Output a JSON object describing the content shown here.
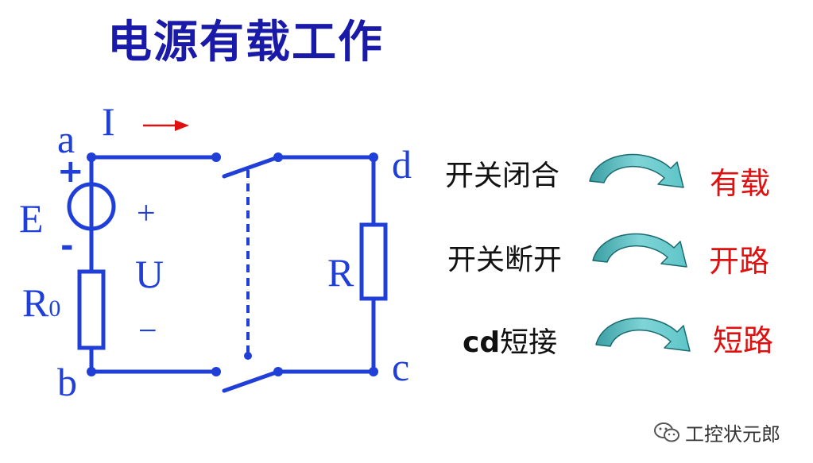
{
  "title": "电源有载工作",
  "circuit": {
    "label_a": "a",
    "label_b": "b",
    "label_c": "c",
    "label_d": "d",
    "label_current": "I",
    "label_source": "E",
    "label_source_plus": "+",
    "label_source_minus": "-",
    "label_r0_main": "R",
    "label_r0_sub": "0",
    "label_voltage": "U",
    "label_voltage_plus": "+",
    "label_voltage_minus": "−",
    "label_load": "R",
    "wire_color": "#1f3fd8",
    "arrow_color": "#e01010"
  },
  "cases": [
    {
      "condition": "开关闭合",
      "result": "有载"
    },
    {
      "condition": "开关断开",
      "result": "开路"
    },
    {
      "condition_bold": "cd",
      "condition": "短接",
      "result": "短路"
    }
  ],
  "watermark": {
    "text": "工控状元郎",
    "icon": "wechat-icon"
  }
}
